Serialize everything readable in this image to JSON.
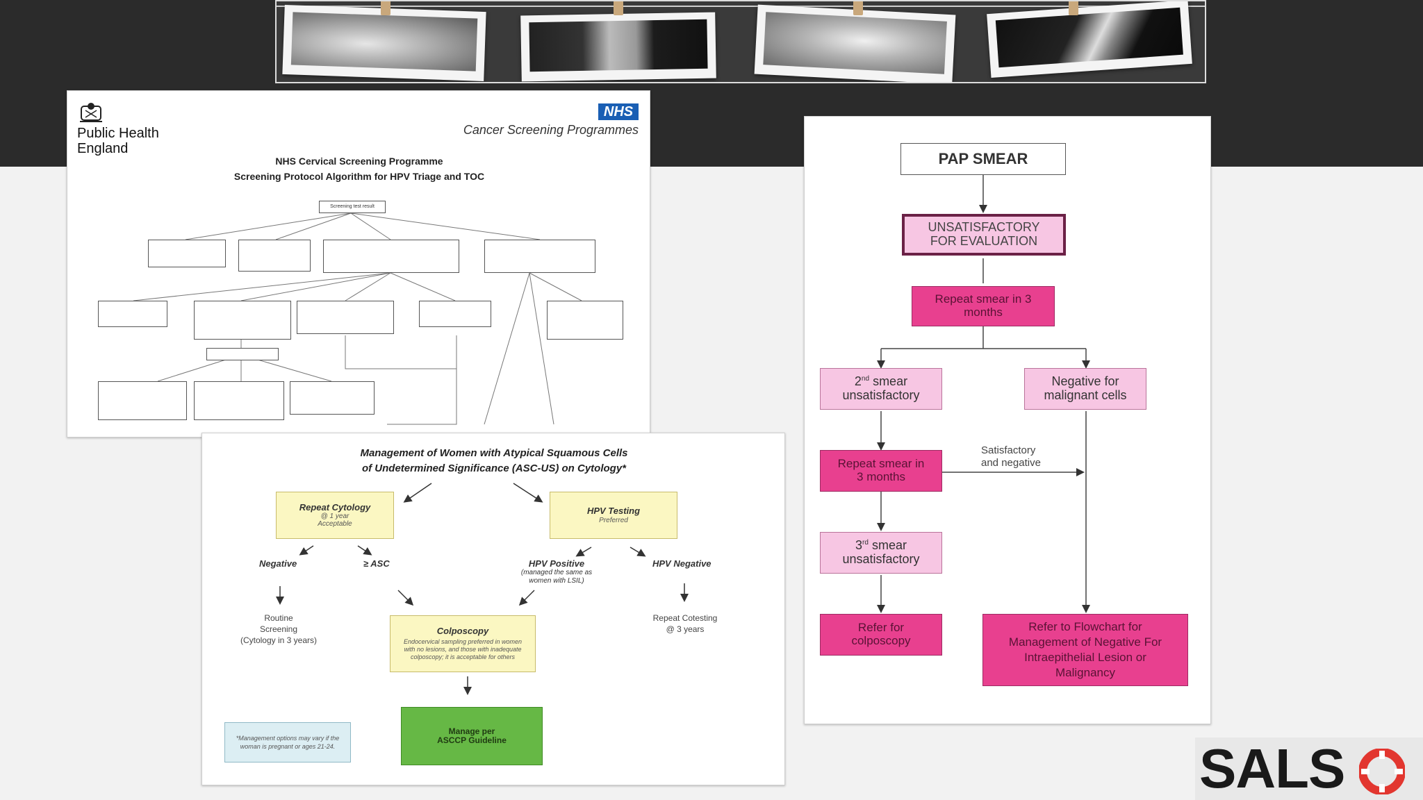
{
  "phe_panel": {
    "org_name": [
      "Public Health",
      "England"
    ],
    "nhs_logo": "NHS",
    "programme": "Cancer Screening Programmes",
    "title_line1": "NHS Cervical Screening Programme",
    "title_line2": "Screening Protocol Algorithm for HPV Triage and TOC",
    "root_box": "Screening test result"
  },
  "ascus_panel": {
    "title_line1": "Management of Women with Atypical Squamous Cells",
    "title_line2": "of Undetermined Significance (ASC-US) on Cytology*",
    "repeat_cytology": {
      "title": "Repeat Cytology",
      "line1": "@ 1 year",
      "line2": "Acceptable"
    },
    "hpv_testing": {
      "title": "HPV Testing",
      "subtitle": "Preferred"
    },
    "negative": "Negative",
    "asc": "≥ ASC",
    "hpv_positive": "HPV Positive",
    "hpv_positive_note": [
      "(managed the same as",
      "women with LSIL)"
    ],
    "hpv_negative": "HPV Negative",
    "routine": [
      "Routine",
      "Screening",
      "(Cytology in 3 years)"
    ],
    "repeat_cotesting": [
      "Repeat Cotesting",
      "@ 3 years"
    ],
    "colposcopy": {
      "title": "Colposcopy",
      "text": [
        "Endocervical sampling preferred in women",
        "with no lesions, and those with inadequate",
        "colposcopy; it is acceptable for others"
      ]
    },
    "footnote": [
      "*Management options may vary if the",
      "woman is pregnant or ages 21-24."
    ],
    "manage": [
      "Manage per",
      "ASCCP Guideline"
    ]
  },
  "pap_panel": {
    "pap_smear": "PAP SMEAR",
    "unsatisfactory": [
      "UNSATISFACTORY",
      "FOR EVALUATION"
    ],
    "repeat1": [
      "Repeat smear in 3",
      "months"
    ],
    "second_smear": {
      "ordinal": "2",
      "sup": "nd",
      "text": "smear",
      "line2": "unsatisfactory"
    },
    "negative_malignant": [
      "Negative for",
      "malignant cells"
    ],
    "repeat2": [
      "Repeat smear in",
      "3 months"
    ],
    "satisfactory": [
      "Satisfactory",
      "and negative"
    ],
    "third_smear": {
      "ordinal": "3",
      "sup": "rd",
      "text": "smear",
      "line2": "unsatisfactory"
    },
    "refer_colposcopy": [
      "Refer for",
      "colposcopy"
    ],
    "refer_flowchart": [
      "Refer to Flowchart for",
      "Management of Negative For",
      "Intraepithelial Lesion or",
      "Malignancy"
    ]
  },
  "logo": {
    "text": "SALS"
  },
  "colors": {
    "magenta": "#e8408f",
    "pink_light": "#f7c6e3",
    "yellow": "#fbf7c2",
    "green": "#66b845",
    "light_blue": "#dceef3",
    "nhs_blue": "#1a5fb4"
  }
}
